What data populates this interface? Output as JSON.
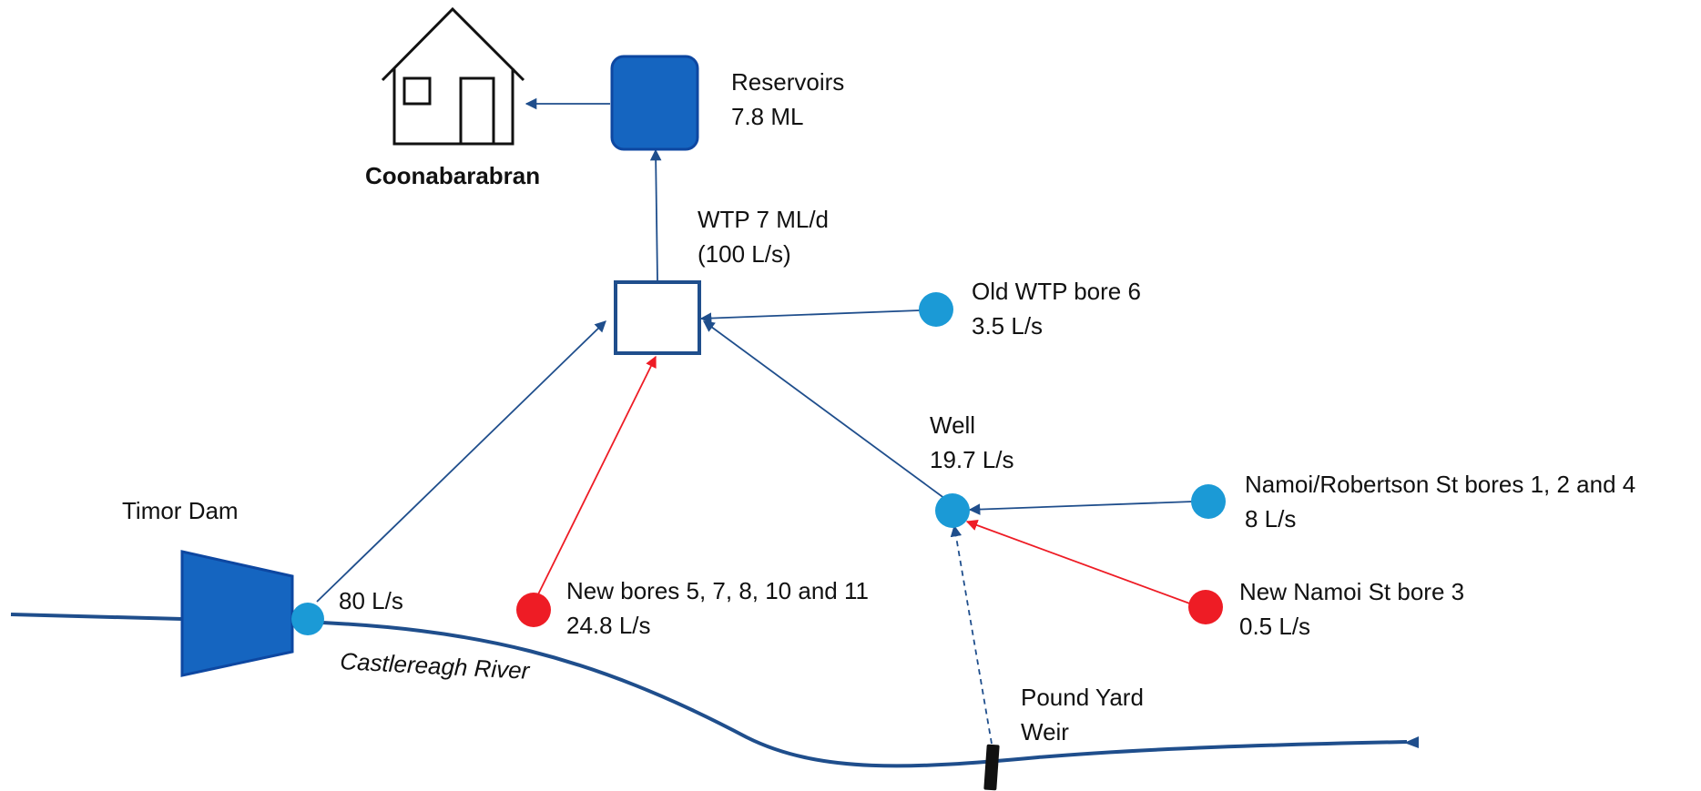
{
  "colors": {
    "flow_line": "#1f4e8c",
    "existing_source": "#1b9ad6",
    "new_source": "#ee1c25",
    "storage_fill": "#1565c0",
    "storage_stroke": "#0d47a1",
    "river": "#1f4e8c",
    "weir": "#111111",
    "house": "#111111"
  },
  "labels": {
    "town": "Coonabarabran",
    "reservoirs_name": "Reservoirs",
    "reservoirs_capacity": "7.8 ML",
    "wtp_name": "WTP 7 ML/d",
    "wtp_rate": "(100 L/s)",
    "old_bore_name": "Old WTP bore 6",
    "old_bore_rate": "3.5 L/s",
    "well_name": "Well",
    "well_rate": "19.7 L/s",
    "namoi_bores_name": "Namoi/Robertson St bores 1, 2 and 4",
    "namoi_bores_rate": "8 L/s",
    "new_namoi_bore_name": "New Namoi St bore 3",
    "new_namoi_bore_rate": "0.5 L/s",
    "dam_name": "Timor Dam",
    "dam_rate": "80 L/s",
    "new_bores_name": "New bores 5, 7, 8, 10 and 11",
    "new_bores_rate": "24.8 L/s",
    "river_name": "Castlereagh River",
    "weir_name_line1": "Pound Yard",
    "weir_name_line2": "Weir"
  },
  "icons": {
    "town": "house-icon",
    "reservoirs": "reservoir-icon",
    "wtp": "treatment-plant-icon",
    "dam": "dam-icon",
    "weir": "weir-icon"
  }
}
